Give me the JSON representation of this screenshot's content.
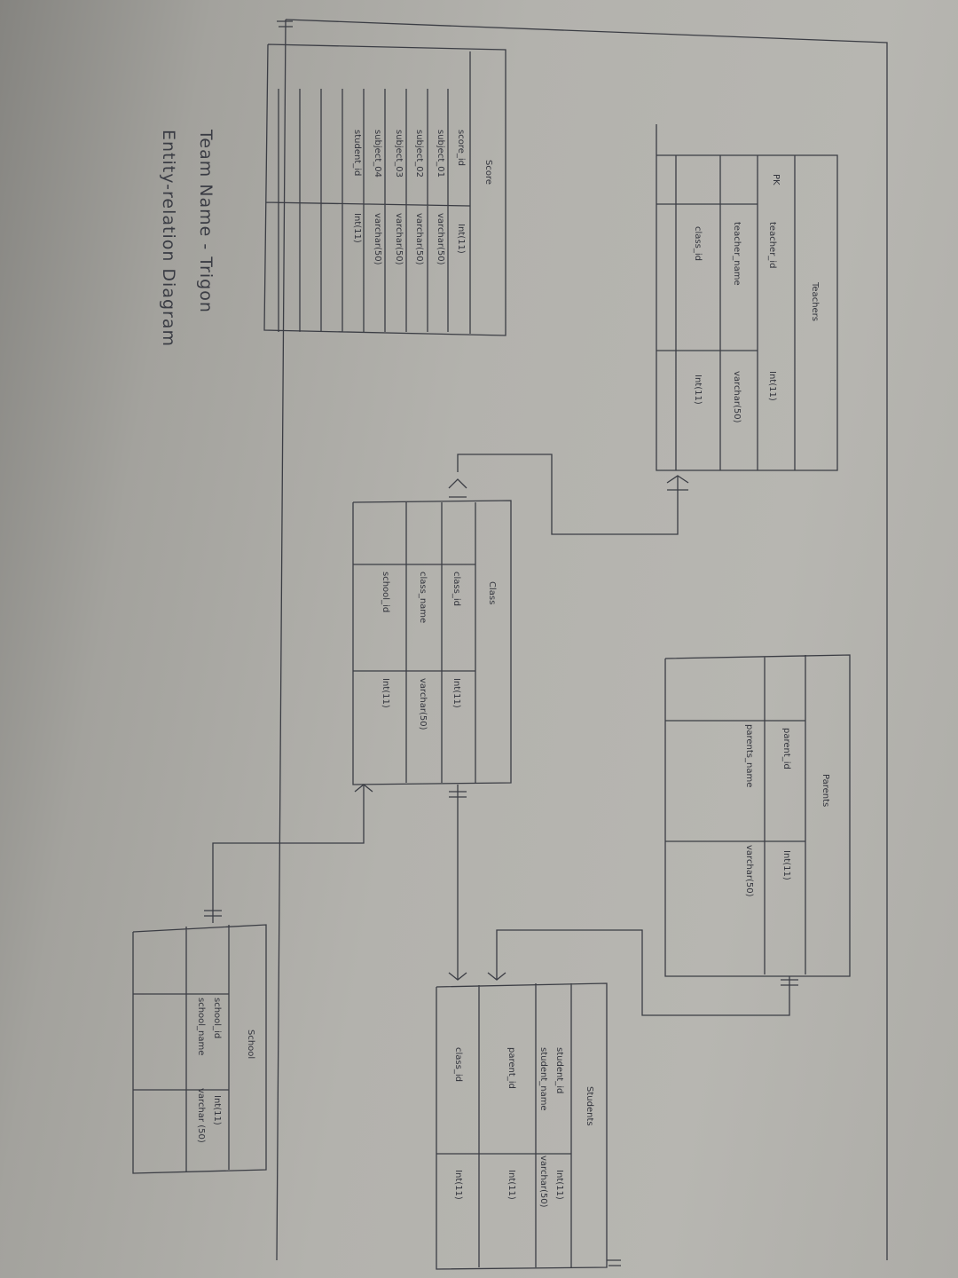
{
  "diagram": {
    "team_label": "Team Name - Trigon",
    "subtitle": "Entity-relation Diagram"
  },
  "entities": {
    "teachers": {
      "name": "Teachers",
      "pk_marker": "PK",
      "rows": [
        {
          "field": "teacher_id",
          "type": "Int(11)"
        },
        {
          "field": "teacher_name",
          "type": "varchar(50)"
        },
        {
          "field": "class_id",
          "type": "Int(11)"
        }
      ]
    },
    "parents": {
      "name": "Parents",
      "rows": [
        {
          "field": "parent_id",
          "type": "Int(11)"
        },
        {
          "field": "parents_name",
          "type": "varchar(50)"
        }
      ]
    },
    "score": {
      "name": "Score",
      "rows": [
        {
          "field": "score_id",
          "type": "Int(11)"
        },
        {
          "field": "subject_01",
          "type": "varchar(50)"
        },
        {
          "field": "subject_02",
          "type": "varchar(50)"
        },
        {
          "field": "subject_03",
          "type": "varchar(50)"
        },
        {
          "field": "subject_04",
          "type": "varchar(50)"
        },
        {
          "field": "student_id",
          "type": "Int(11)"
        }
      ]
    },
    "class": {
      "name": "Class",
      "rows": [
        {
          "field": "class_id",
          "type": "Int(11)"
        },
        {
          "field": "class_name",
          "type": "varchar(50)"
        },
        {
          "field": "school_id",
          "type": "Int(11)"
        }
      ]
    },
    "students": {
      "name": "Students",
      "rows": [
        {
          "field": "student_id",
          "type": "Int(11)"
        },
        {
          "field": "student_name",
          "type": "varchar(50)"
        },
        {
          "field": "parent_id",
          "type": "Int(11)"
        },
        {
          "field": "class_id",
          "type": "Int(11)"
        }
      ]
    },
    "school": {
      "name": "School",
      "rows": [
        {
          "field": "school_id",
          "type": "Int(11)"
        },
        {
          "field": "school_name",
          "type": "varchar (50)"
        }
      ]
    }
  }
}
